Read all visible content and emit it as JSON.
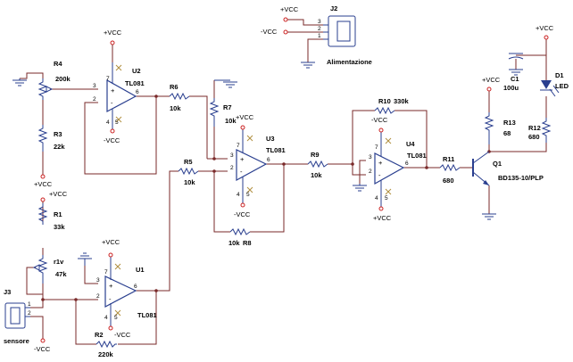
{
  "parts": {
    "u1": {
      "ref": "U1",
      "value": "TL081"
    },
    "u2": {
      "ref": "U2",
      "value": "TL081"
    },
    "u3": {
      "ref": "U3",
      "value": "TL081"
    },
    "u4": {
      "ref": "U4",
      "value": "TL081"
    },
    "r1": {
      "ref": "R1",
      "value": "33k"
    },
    "rv": {
      "ref": "r1v",
      "value": "47k"
    },
    "r2": {
      "ref": "R2",
      "value": "220k"
    },
    "r3": {
      "ref": "R3",
      "value": "22k"
    },
    "r4": {
      "ref": "R4",
      "value": "200k"
    },
    "r5": {
      "ref": "R5",
      "value": "10k"
    },
    "r6": {
      "ref": "R6",
      "value": "10k"
    },
    "r7": {
      "ref": "R7",
      "value": "10k"
    },
    "r8": {
      "ref": "R8",
      "value": "10k"
    },
    "r9": {
      "ref": "R9",
      "value": "10k"
    },
    "r10": {
      "ref": "R10",
      "value": "330k"
    },
    "r11": {
      "ref": "R11",
      "value": "680"
    },
    "r12": {
      "ref": "R12",
      "value": "680"
    },
    "r13": {
      "ref": "R13",
      "value": "68"
    },
    "c1": {
      "ref": "C1",
      "value": "100u"
    },
    "d1": {
      "ref": "D1",
      "value": "LED"
    },
    "q1": {
      "ref": "Q1",
      "value": "BD135-10/PLP"
    },
    "j2": {
      "ref": "J2",
      "value": "Alimentazione"
    },
    "j3": {
      "ref": "J3",
      "value": "sensore"
    }
  },
  "power": {
    "pos": "+VCC",
    "neg": "-VCC"
  },
  "pins": {
    "p1": "1",
    "p2": "2",
    "p3": "3",
    "p4": "4",
    "p5": "5",
    "p6": "6",
    "p7": "7"
  }
}
